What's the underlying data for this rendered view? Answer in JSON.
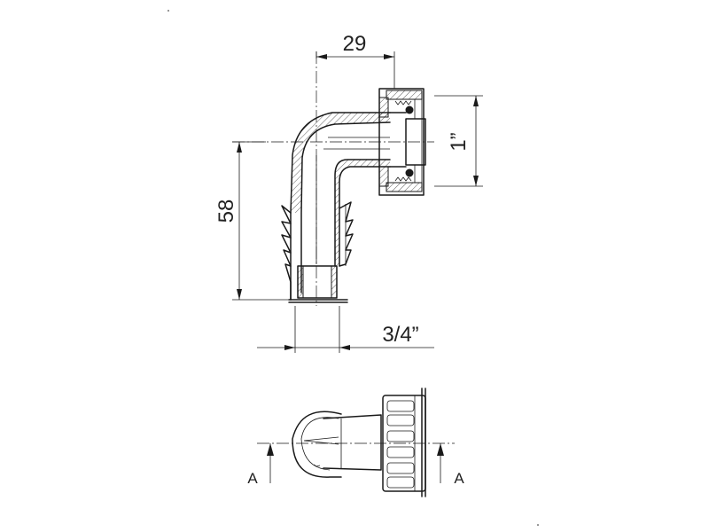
{
  "dimensions": {
    "width_top": "29",
    "height_left": "58",
    "thread_right": "1”",
    "thread_bottom": "3/4”"
  },
  "section": {
    "left_label": "A",
    "right_label": "A"
  }
}
